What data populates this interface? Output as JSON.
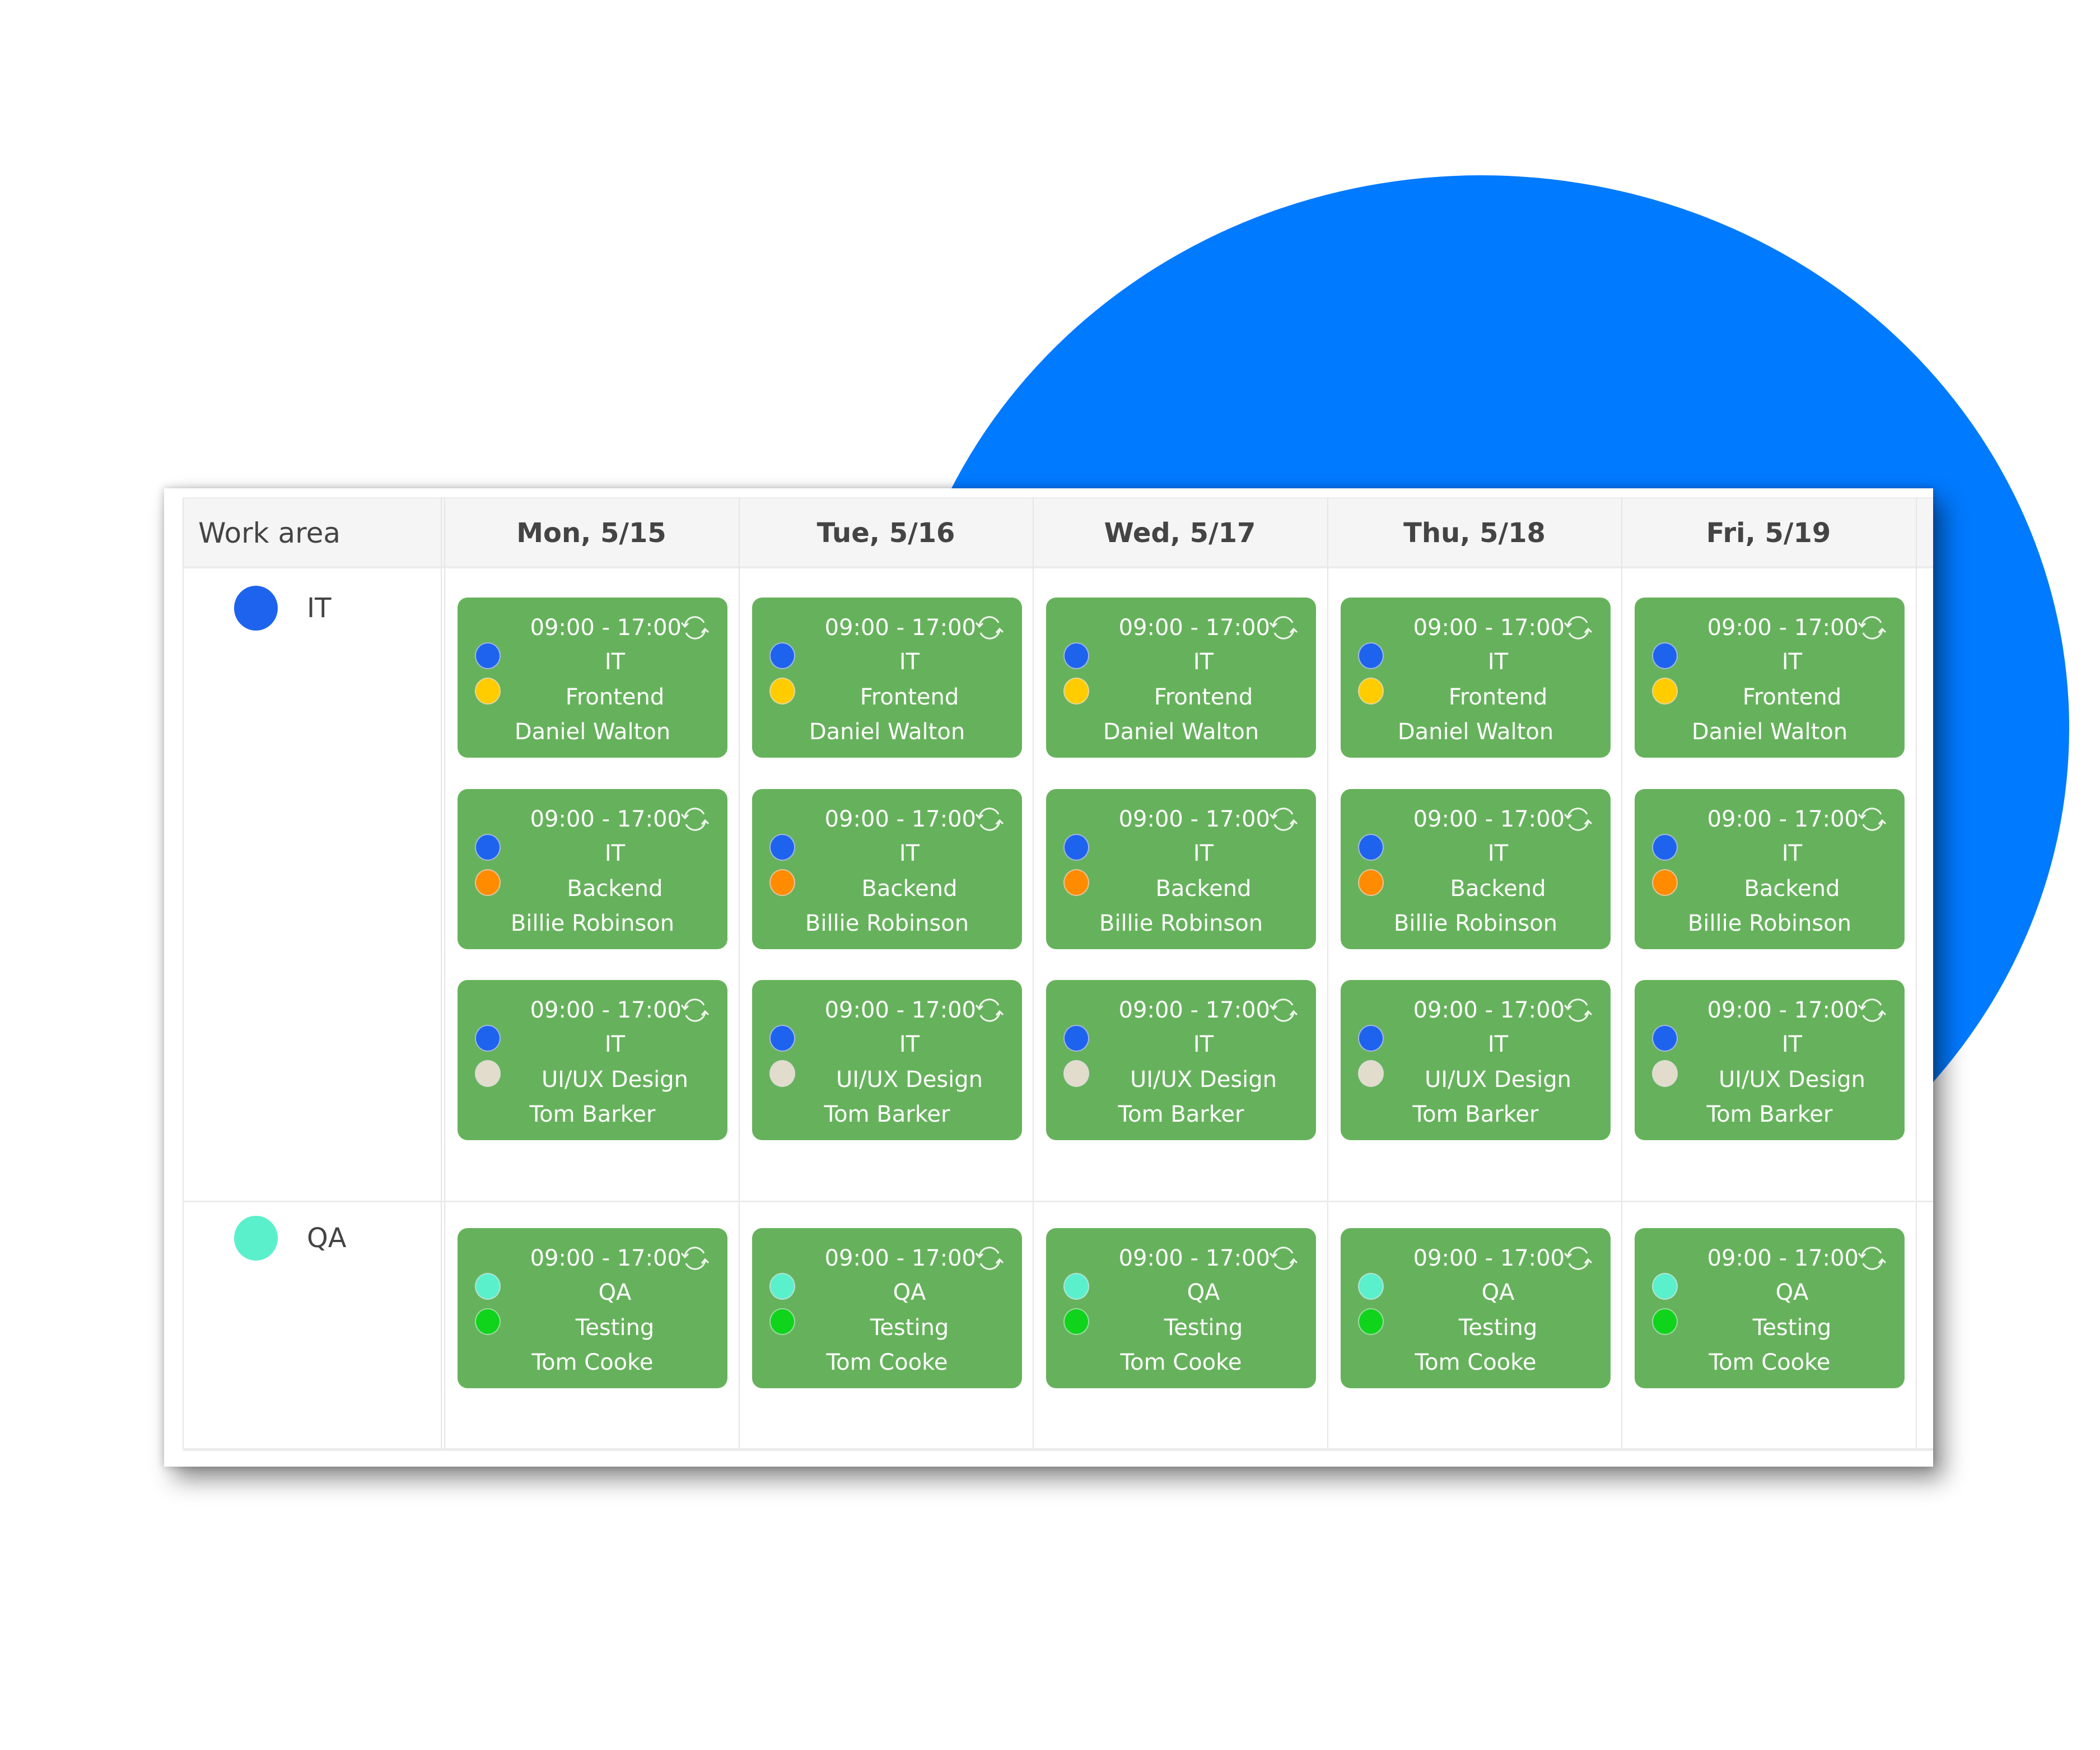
{
  "colors": {
    "blob": "#007aff",
    "card": "#66b25c",
    "it": "#1e63ee",
    "qa": "#5af0cb",
    "frontend": "#ffcc00",
    "backend": "#ff8c00",
    "uiux": "#e2dccc",
    "testing": "#0fd41b"
  },
  "header": {
    "work_area_label": "Work area",
    "days": [
      "Mon, 5/15",
      "Tue, 5/16",
      "Wed, 5/17",
      "Thu, 5/18",
      "Fri, 5/19"
    ]
  },
  "areas": [
    {
      "name": "IT",
      "color": "#1e63ee",
      "shifts": [
        {
          "time": "09:00 - 17:00",
          "area": "IT",
          "role": "Frontend",
          "person": "Daniel Walton",
          "area_color": "#1e63ee",
          "role_color": "#ffcc00",
          "icon": "sync-icon"
        },
        {
          "time": "09:00 - 17:00",
          "area": "IT",
          "role": "Backend",
          "person": "Billie Robinson",
          "area_color": "#1e63ee",
          "role_color": "#ff8c00",
          "icon": "sync-icon"
        },
        {
          "time": "09:00 - 17:00",
          "area": "IT",
          "role": "UI/UX Design",
          "person": "Tom Barker",
          "area_color": "#1e63ee",
          "role_color": "#e2dccc",
          "icon": "sync-icon"
        }
      ]
    },
    {
      "name": "QA",
      "color": "#5af0cb",
      "shifts": [
        {
          "time": "09:00 - 17:00",
          "area": "QA",
          "role": "Testing",
          "person": "Tom Cooke",
          "area_color": "#5af0cb",
          "role_color": "#0fd41b",
          "icon": "sync-icon"
        }
      ]
    }
  ]
}
